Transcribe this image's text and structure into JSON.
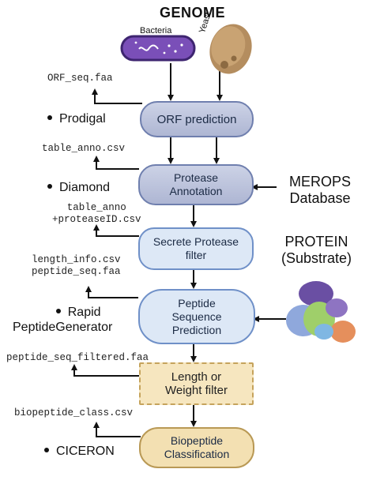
{
  "header": {
    "genome": "GENOME"
  },
  "sources": {
    "bacteria": "Bacteria",
    "yeast": "Yeast"
  },
  "side_inputs": {
    "merops_line1": "MEROPS",
    "merops_line2": "Database",
    "protein_line1": "PROTEIN",
    "protein_line2": "(Substrate)"
  },
  "steps": [
    {
      "name": "ORF prediction",
      "line1": "ORF prediction",
      "line2": "",
      "tool": "Prodigal",
      "tool2": "",
      "output": [
        "ORF_seq.faa"
      ]
    },
    {
      "name": "Protease Annotation",
      "line1": "Protease",
      "line2": "Annotation",
      "tool": "Diamond",
      "tool2": "",
      "output": [
        "table_anno.csv"
      ]
    },
    {
      "name": "Secrete Protease filter",
      "line1": "Secrete Protease",
      "line2": "filter",
      "tool": "",
      "tool2": "",
      "output": [
        "table_anno",
        "+proteaseID.csv"
      ]
    },
    {
      "name": "Peptide Sequence Prediction",
      "line1": "Peptide",
      "line2": "Sequence",
      "line3": "Prediction",
      "tool": "Rapid",
      "tool2": "PeptideGenerator",
      "output": [
        "length_info.csv",
        "peptide_seq.faa"
      ]
    },
    {
      "name": "Length or Weight filter",
      "line1": "Length or",
      "line2": "Weight filter",
      "tool": "",
      "tool2": "",
      "output": [
        "peptide_seq_filtered.faa"
      ]
    },
    {
      "name": "Biopeptide Classification",
      "line1": "Biopeptide",
      "line2": "Classification",
      "tool": "CICERON",
      "tool2": "",
      "output": [
        "biopeptide_class.csv"
      ]
    }
  ],
  "colors": {
    "purple_node": "#b9c0dc",
    "lightblue_node": "#dde8f6",
    "tan_node": "#f3e0b2",
    "bacteria_fill": "#7a4fb8",
    "yeast_fill": "#b48d5f",
    "arrow": "#111111"
  },
  "icons": {
    "bacteria": "bacteria-icon",
    "yeast": "yeast-cell-icon",
    "protein": "protein-structure-icon"
  }
}
